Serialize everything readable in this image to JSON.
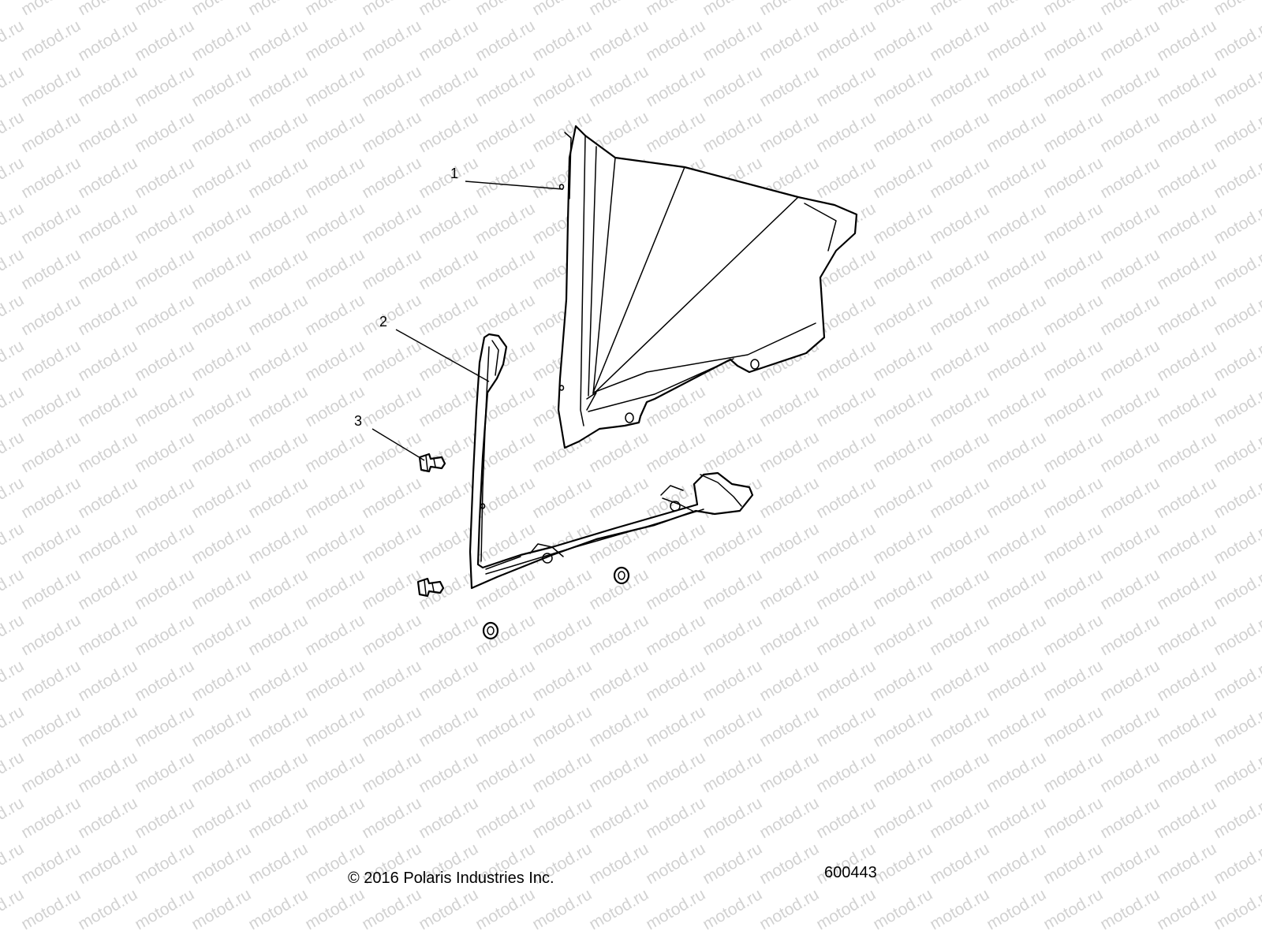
{
  "watermark": {
    "text": "motod.ru",
    "color": "#d2d2d2"
  },
  "callouts": [
    {
      "id": "1",
      "label": "1"
    },
    {
      "id": "2",
      "label": "2"
    },
    {
      "id": "3",
      "label": "3"
    }
  ],
  "footer": {
    "copyright": "© 2016 Polaris Industries Inc.",
    "figure_number": "600443"
  }
}
